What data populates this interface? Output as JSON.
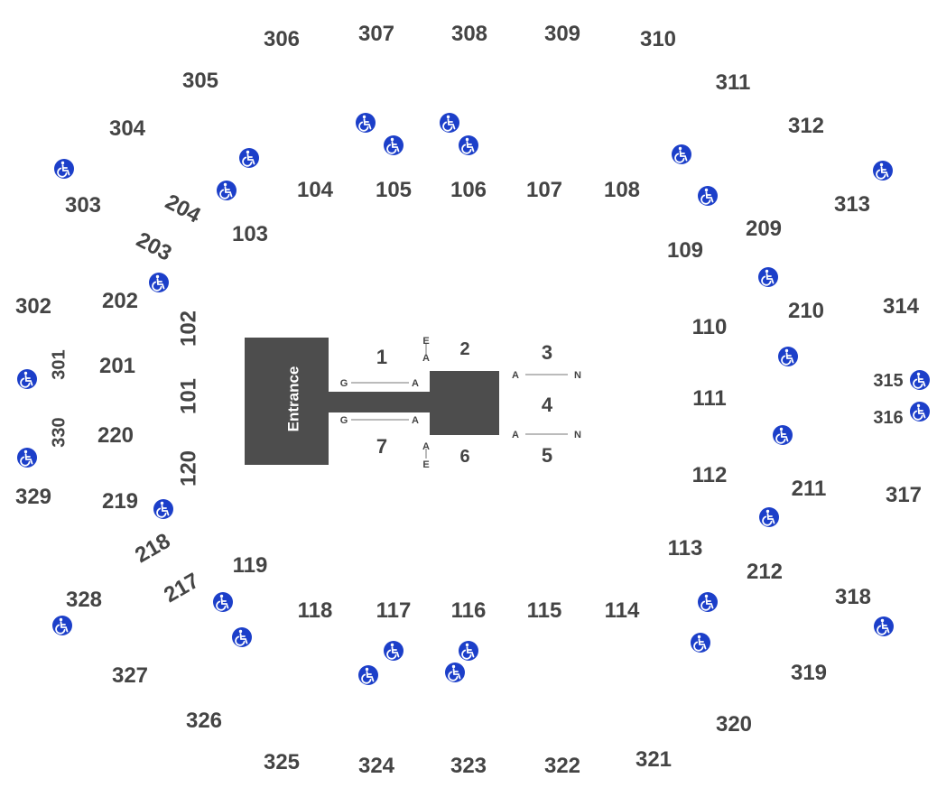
{
  "stage": {
    "entrance_label": "Entrance"
  },
  "floor_sections": {
    "s1": "1",
    "s2": "2",
    "s3": "3",
    "s4": "4",
    "s5": "5",
    "s6": "6",
    "s7": "7"
  },
  "rows": {
    "g": "G",
    "a": "A",
    "e": "E",
    "n": "N"
  },
  "sections_100": {
    "s101": "101",
    "s102": "102",
    "s103": "103",
    "s104": "104",
    "s105": "105",
    "s106": "106",
    "s107": "107",
    "s108": "108",
    "s109": "109",
    "s110": "110",
    "s111": "111",
    "s112": "112",
    "s113": "113",
    "s114": "114",
    "s115": "115",
    "s116": "116",
    "s117": "117",
    "s118": "118",
    "s119": "119",
    "s120": "120"
  },
  "sections_200": {
    "s201": "201",
    "s202": "202",
    "s203": "203",
    "s204": "204",
    "s209": "209",
    "s210": "210",
    "s211": "211",
    "s212": "212",
    "s217": "217",
    "s218": "218",
    "s219": "219",
    "s220": "220"
  },
  "sections_300": {
    "s301": "301",
    "s302": "302",
    "s303": "303",
    "s304": "304",
    "s305": "305",
    "s306": "306",
    "s307": "307",
    "s308": "308",
    "s309": "309",
    "s310": "310",
    "s311": "311",
    "s312": "312",
    "s313": "313",
    "s314": "314",
    "s315": "315",
    "s316": "316",
    "s317": "317",
    "s318": "318",
    "s319": "319",
    "s320": "320",
    "s321": "321",
    "s322": "322",
    "s323": "323",
    "s324": "324",
    "s325": "325",
    "s326": "326",
    "s327": "327",
    "s328": "328",
    "s329": "329",
    "s330": "330"
  },
  "accessibility": {
    "icon": "wheelchair-icon",
    "color": "#1c3fc9"
  },
  "colors": {
    "stage": "#4d4d4d",
    "label": "#444444",
    "background": "#ffffff"
  }
}
